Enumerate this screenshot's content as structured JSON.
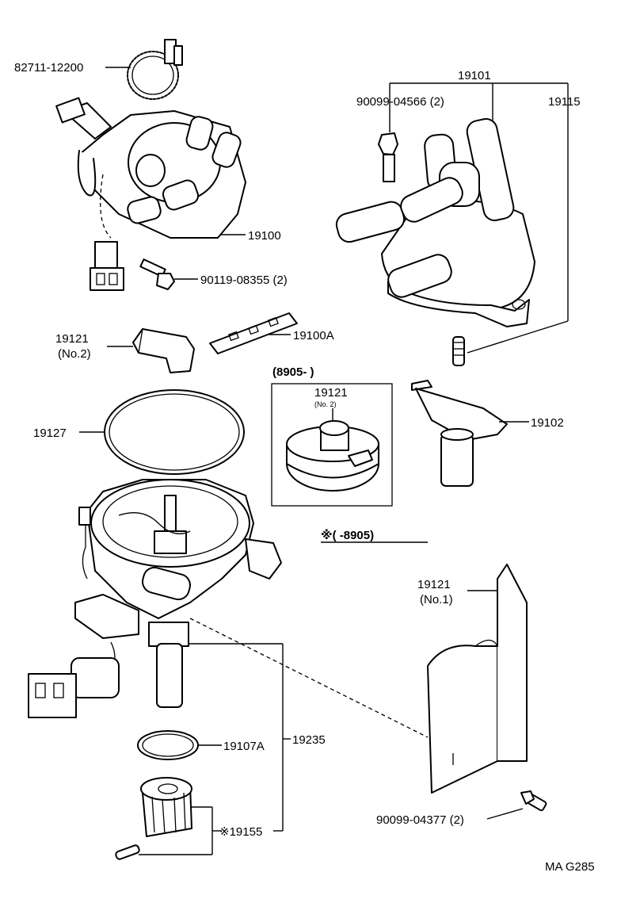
{
  "labels": {
    "p82711": "82711-12200",
    "p19101": "19101",
    "p90099_04566": "90099-04566 (2)",
    "p19115": "19115",
    "p19100": "19100",
    "p90119": "90119-08355 (2)",
    "p19121_no2": "19121",
    "p19121_no2_sub": "(No.2)",
    "p19100A": "19100A",
    "date_range_inset": "(8905-        )",
    "inset_19121": "19121",
    "inset_19121_sub": "(No. 2)",
    "p19127": "19127",
    "p19102": "19102",
    "note_range": "※(        -8905)",
    "p19121_no1": "19121",
    "p19121_no1_sub": "(No.1)",
    "p19107A": "19107A",
    "p19235": "19235",
    "p19155": "※19155",
    "p90099_04377": "90099-04377 (2)",
    "code": "MA G285"
  }
}
